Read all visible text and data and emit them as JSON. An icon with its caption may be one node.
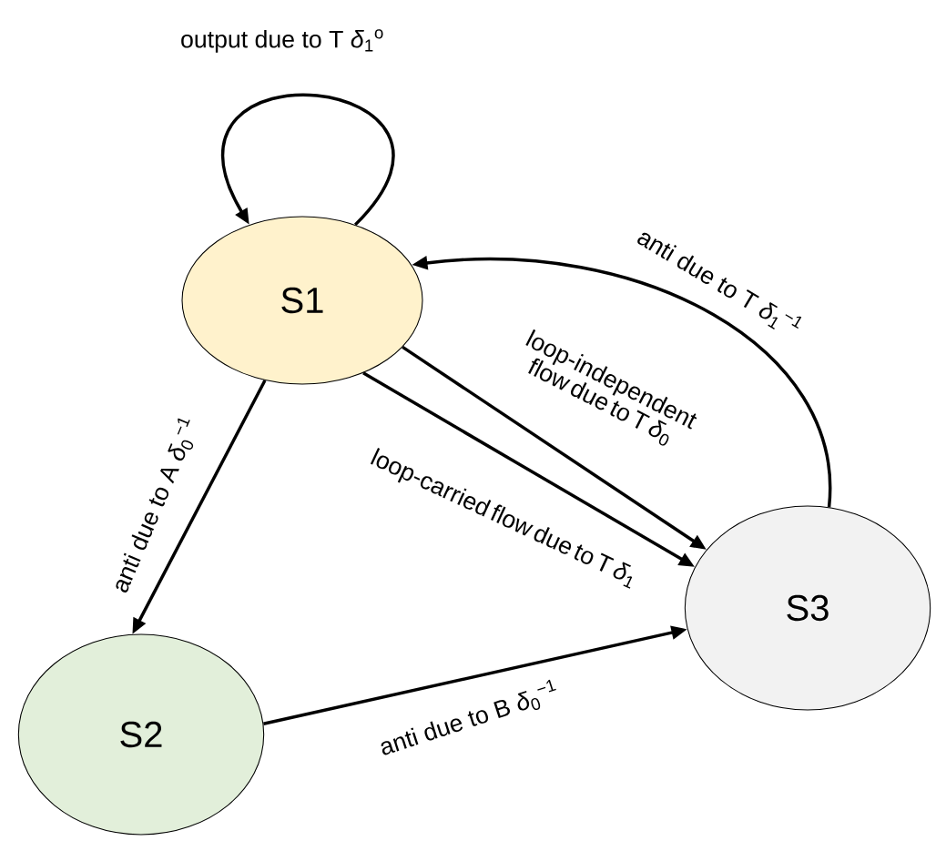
{
  "diagram": {
    "nodes": [
      {
        "text": [
          "S1"
        ]
      },
      {
        "text": [
          "S2"
        ]
      },
      {
        "text": [
          "S3"
        ]
      }
    ],
    "edges": [
      {
        "from": 0,
        "to": 0,
        "arrow": "to",
        "label": "output due to T *δ*$_{1}$$^{o}$"
      },
      {
        "from": 2,
        "to": 0,
        "arrow": "to",
        "label": "anti due to T *δ*$_{1}$$^{−1}$"
      },
      {
        "from": 0,
        "to": 2,
        "arrow": "to",
        "label": "loop-independent flow due to T *δ*$_{0}$"
      },
      {
        "from": 0,
        "to": 2,
        "arrow": "to",
        "label": "loop-carried flow due to T *δ*$_{1}$"
      },
      {
        "from": 0,
        "to": 1,
        "arrow": "to",
        "label": "anti due to A *δ*$_{0}$$^{−1}$"
      },
      {
        "from": 1,
        "to": 2,
        "arrow": "to",
        "label": "anti due to B *δ*$_{0}$$^{−1}$"
      }
    ]
  }
}
